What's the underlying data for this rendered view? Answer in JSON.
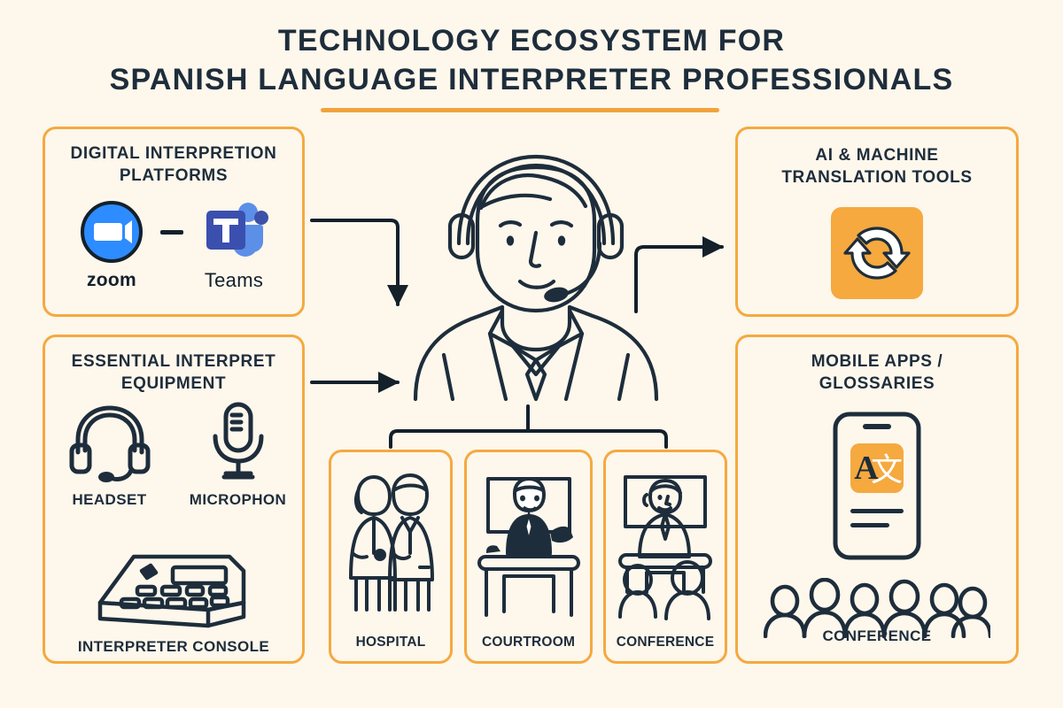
{
  "title": {
    "line1": "TECHNOLOGY ECOSYSTEM FOR",
    "line2": "SPANISH LANGUAGE INTERPRETER PROFESSIONALS"
  },
  "colors": {
    "background": "#FDF7EC",
    "accent_orange": "#F5A93F",
    "ink": "#1E2D3B",
    "zoom_blue": "#2D8CFF",
    "teams_blue": "#4A55B8"
  },
  "cards": {
    "platforms": {
      "title": "DIGITAL INTERPRETION\nPLATFORMS",
      "logos": [
        {
          "name": "zoom",
          "icon": "zoom-logo-icon"
        },
        {
          "name": "Teams",
          "icon": "microsoft-teams-logo-icon"
        }
      ]
    },
    "equipment": {
      "title": "ESSENTIAL INTERPRET\nEQUIPMENT",
      "items": [
        {
          "label": "HEADSET",
          "icon": "headset-icon"
        },
        {
          "label": "MICROPHON",
          "icon": "microphone-icon"
        },
        {
          "label": "INTERPRETER CONSOLE",
          "icon": "interpreter-console-icon"
        }
      ]
    },
    "ai": {
      "title": "AI & MACHINE\nTRANSLATION TOOLS",
      "icon": "sync-refresh-icon"
    },
    "mobile": {
      "title": "MOBILE APPS /\nGLOSSARIES",
      "icon": "smartphone-translate-icon",
      "translate_glyph_latin": "A",
      "translate_glyph_cjk": "文",
      "caption": "CONFERENCE",
      "crowd_icon": "crowd-people-icon",
      "crowd_count": 6
    }
  },
  "center": {
    "figure_icon": "interpreter-with-headset-icon"
  },
  "venues": [
    {
      "label": "HOSPITAL",
      "icon": "hospital-scene-icon"
    },
    {
      "label": "COURTROOM",
      "icon": "courtroom-judge-icon"
    },
    {
      "label": "CONFERENCE",
      "icon": "conference-speaker-icon"
    }
  ],
  "connectors": [
    {
      "name": "platforms-to-center",
      "style": "elbow-right-down-arrow"
    },
    {
      "name": "equipment-to-center",
      "style": "straight-right-arrow"
    },
    {
      "name": "center-to-ai",
      "style": "elbow-up-right-arrow"
    },
    {
      "name": "center-to-venues",
      "style": "bracket-down-three"
    }
  ]
}
